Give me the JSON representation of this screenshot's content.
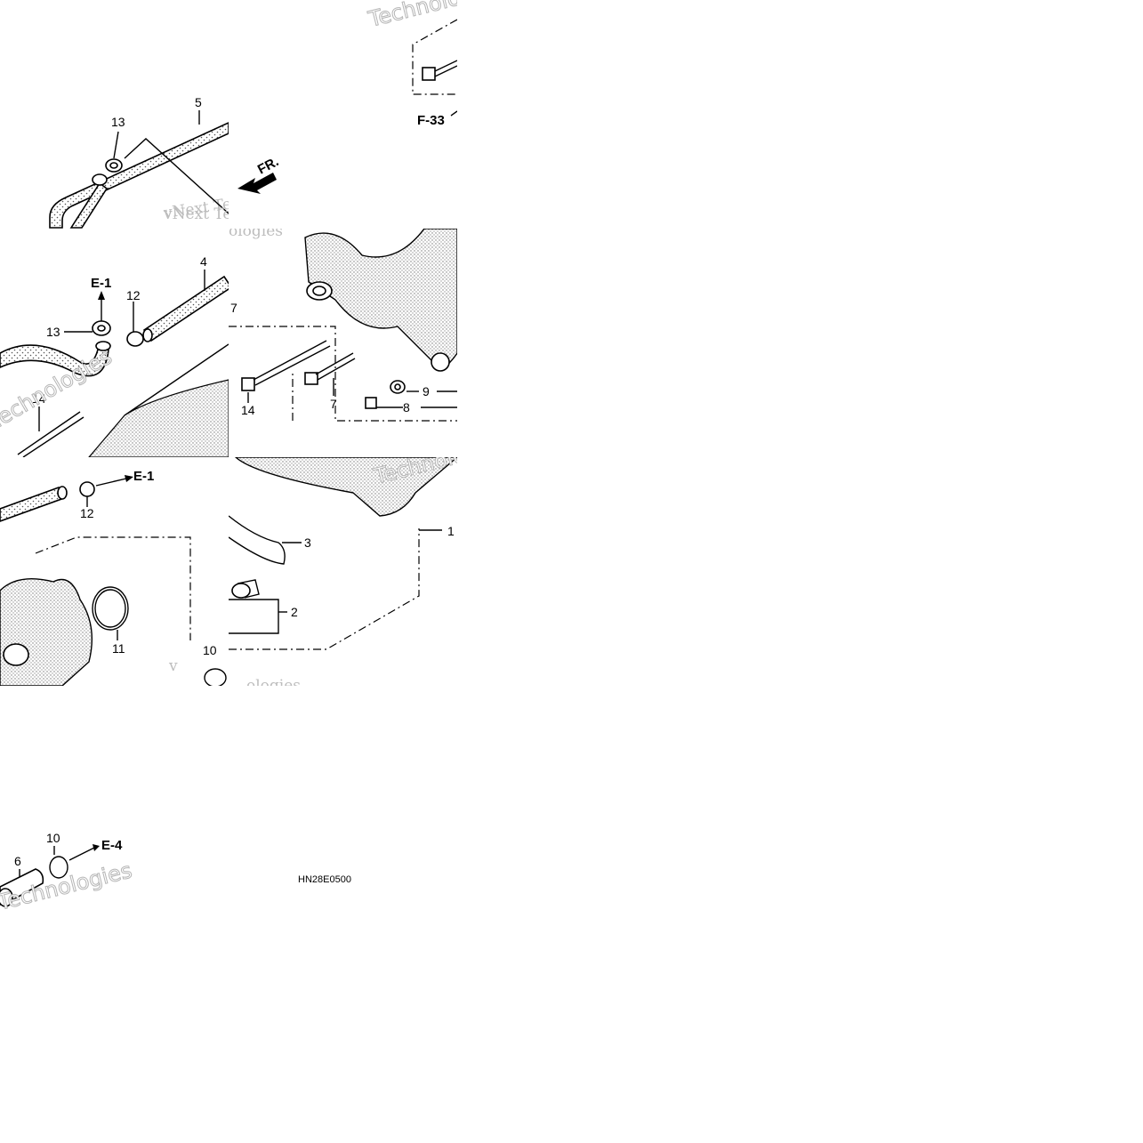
{
  "diagram": {
    "code": "HN28E0500",
    "direction_label": "FR.",
    "watermark_text_1": "vNext Technologies",
    "watermark_text_2": "Technologies",
    "watermark_text_3": "ologies",
    "refs": {
      "e1": "E-1",
      "e4": "E-4",
      "f33": "F-33"
    },
    "callouts": {
      "n1": "1",
      "n2": "2",
      "n3": "3",
      "n4": "4",
      "n5": "5",
      "n6": "6",
      "n7": "7",
      "n8": "8",
      "n9": "9",
      "n10": "10",
      "n11": "11",
      "n12": "12",
      "n13": "13",
      "n14": "14"
    }
  }
}
